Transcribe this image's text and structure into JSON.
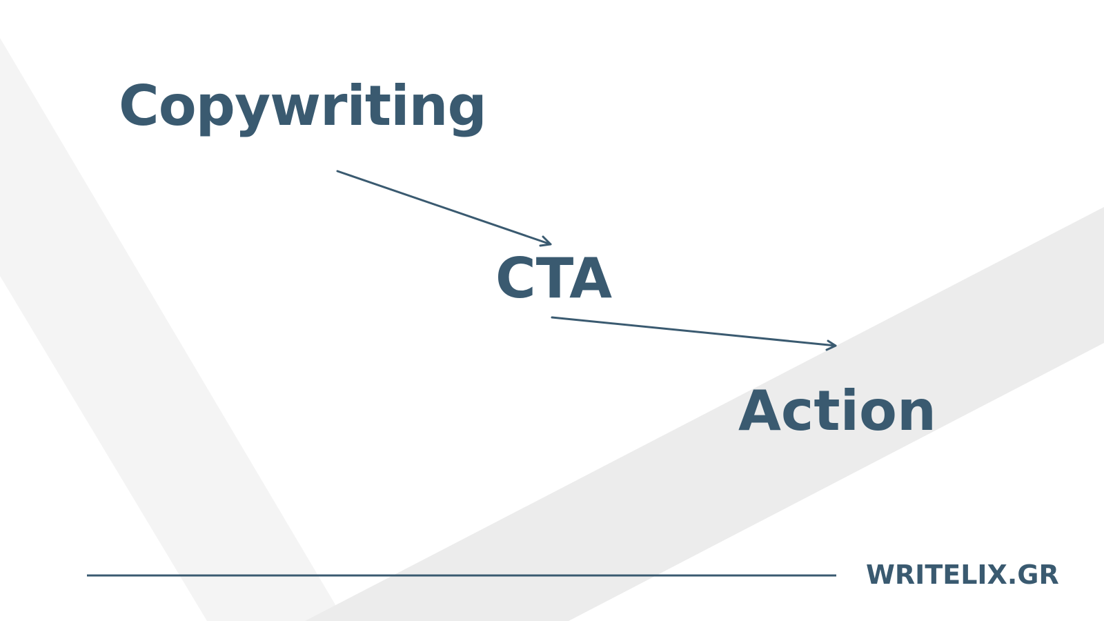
{
  "diagram": {
    "nodes": {
      "copywriting": "Copywriting",
      "cta": "CTA",
      "action": "Action"
    },
    "edges": [
      {
        "from": "copywriting",
        "to": "cta"
      },
      {
        "from": "cta",
        "to": "action"
      }
    ]
  },
  "footer": {
    "brand": "WRITELIX.GR"
  },
  "colors": {
    "text": "#3a5a70",
    "arrow": "#3a5a70",
    "background": "#ffffff",
    "band": "#ececec"
  }
}
